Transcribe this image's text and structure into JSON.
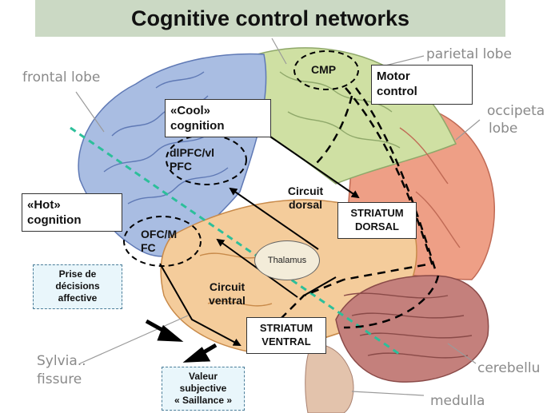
{
  "title": "Cognitive control networks",
  "lobes": {
    "frontal": "frontal lobe",
    "parietal": "parietal lobe",
    "occipital_1": "occipeta",
    "occipital_2": "lobe",
    "sylvian_1": "Sylvia..",
    "sylvian_2": "fissure",
    "cerebellum": "cerebellu",
    "medulla": "medulla"
  },
  "boxes": {
    "cool": [
      "«Cool»",
      "cognition"
    ],
    "hot": [
      "«Hot»",
      "cognition"
    ],
    "motor": [
      "Motor",
      "control"
    ],
    "striatum_dorsal": [
      "STRIATUM",
      "DORSAL"
    ],
    "striatum_ventral": [
      "STRIATUM",
      "VENTRAL"
    ]
  },
  "ovals": {
    "cmp": "CMP",
    "dlpfc": [
      "dlPFC/vl",
      "PFC"
    ],
    "ofc": [
      "OFC/M",
      "FC"
    ],
    "thalamus": "Thalamus"
  },
  "circuits": {
    "dorsal": [
      "Circuit",
      "dorsal"
    ],
    "ventral": [
      "Circuit",
      "ventral"
    ]
  },
  "notes": {
    "prise": [
      "Prise de",
      "décisions",
      "affective"
    ],
    "valeur": [
      "Valeur",
      "subjective",
      "« Saillance »"
    ]
  },
  "colors": {
    "frontal": "#a9bde2",
    "parietal": "#cfe0a3",
    "occipital": "#ee9f86",
    "temporal": "#f4cc9b",
    "cerebellum": "#c4807c",
    "divider": "#2cbf9a"
  }
}
